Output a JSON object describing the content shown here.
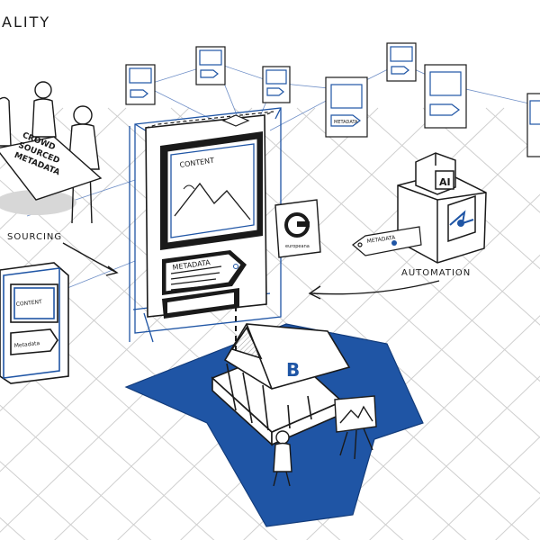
{
  "title": "ALITY",
  "labels": {
    "crowdsourcing": "SOURCING",
    "automation": "AUTOMATION",
    "crowd_banner_line1": "CROWD",
    "crowd_banner_line2": "SOURCED",
    "crowd_banner_line3": "METADATA"
  },
  "main_cabinet": {
    "content_label": "CONTENT",
    "metadata_label": "METADATA"
  },
  "left_cabinet": {
    "content_label": "CONTENT",
    "metadata_label": "Metadata"
  },
  "ai_box": {
    "label": "AI",
    "tag_label": "METADATA"
  },
  "logo": {
    "caption": "europeana"
  },
  "institution": {
    "letter": "B"
  },
  "small_cabinet": {
    "metadata_label": "METADATA"
  },
  "colors": {
    "accent_blue": "#1f55a5",
    "ink": "#1a1a1a",
    "grid": "#c9c9c9",
    "shadow": "#cfcfcf"
  }
}
